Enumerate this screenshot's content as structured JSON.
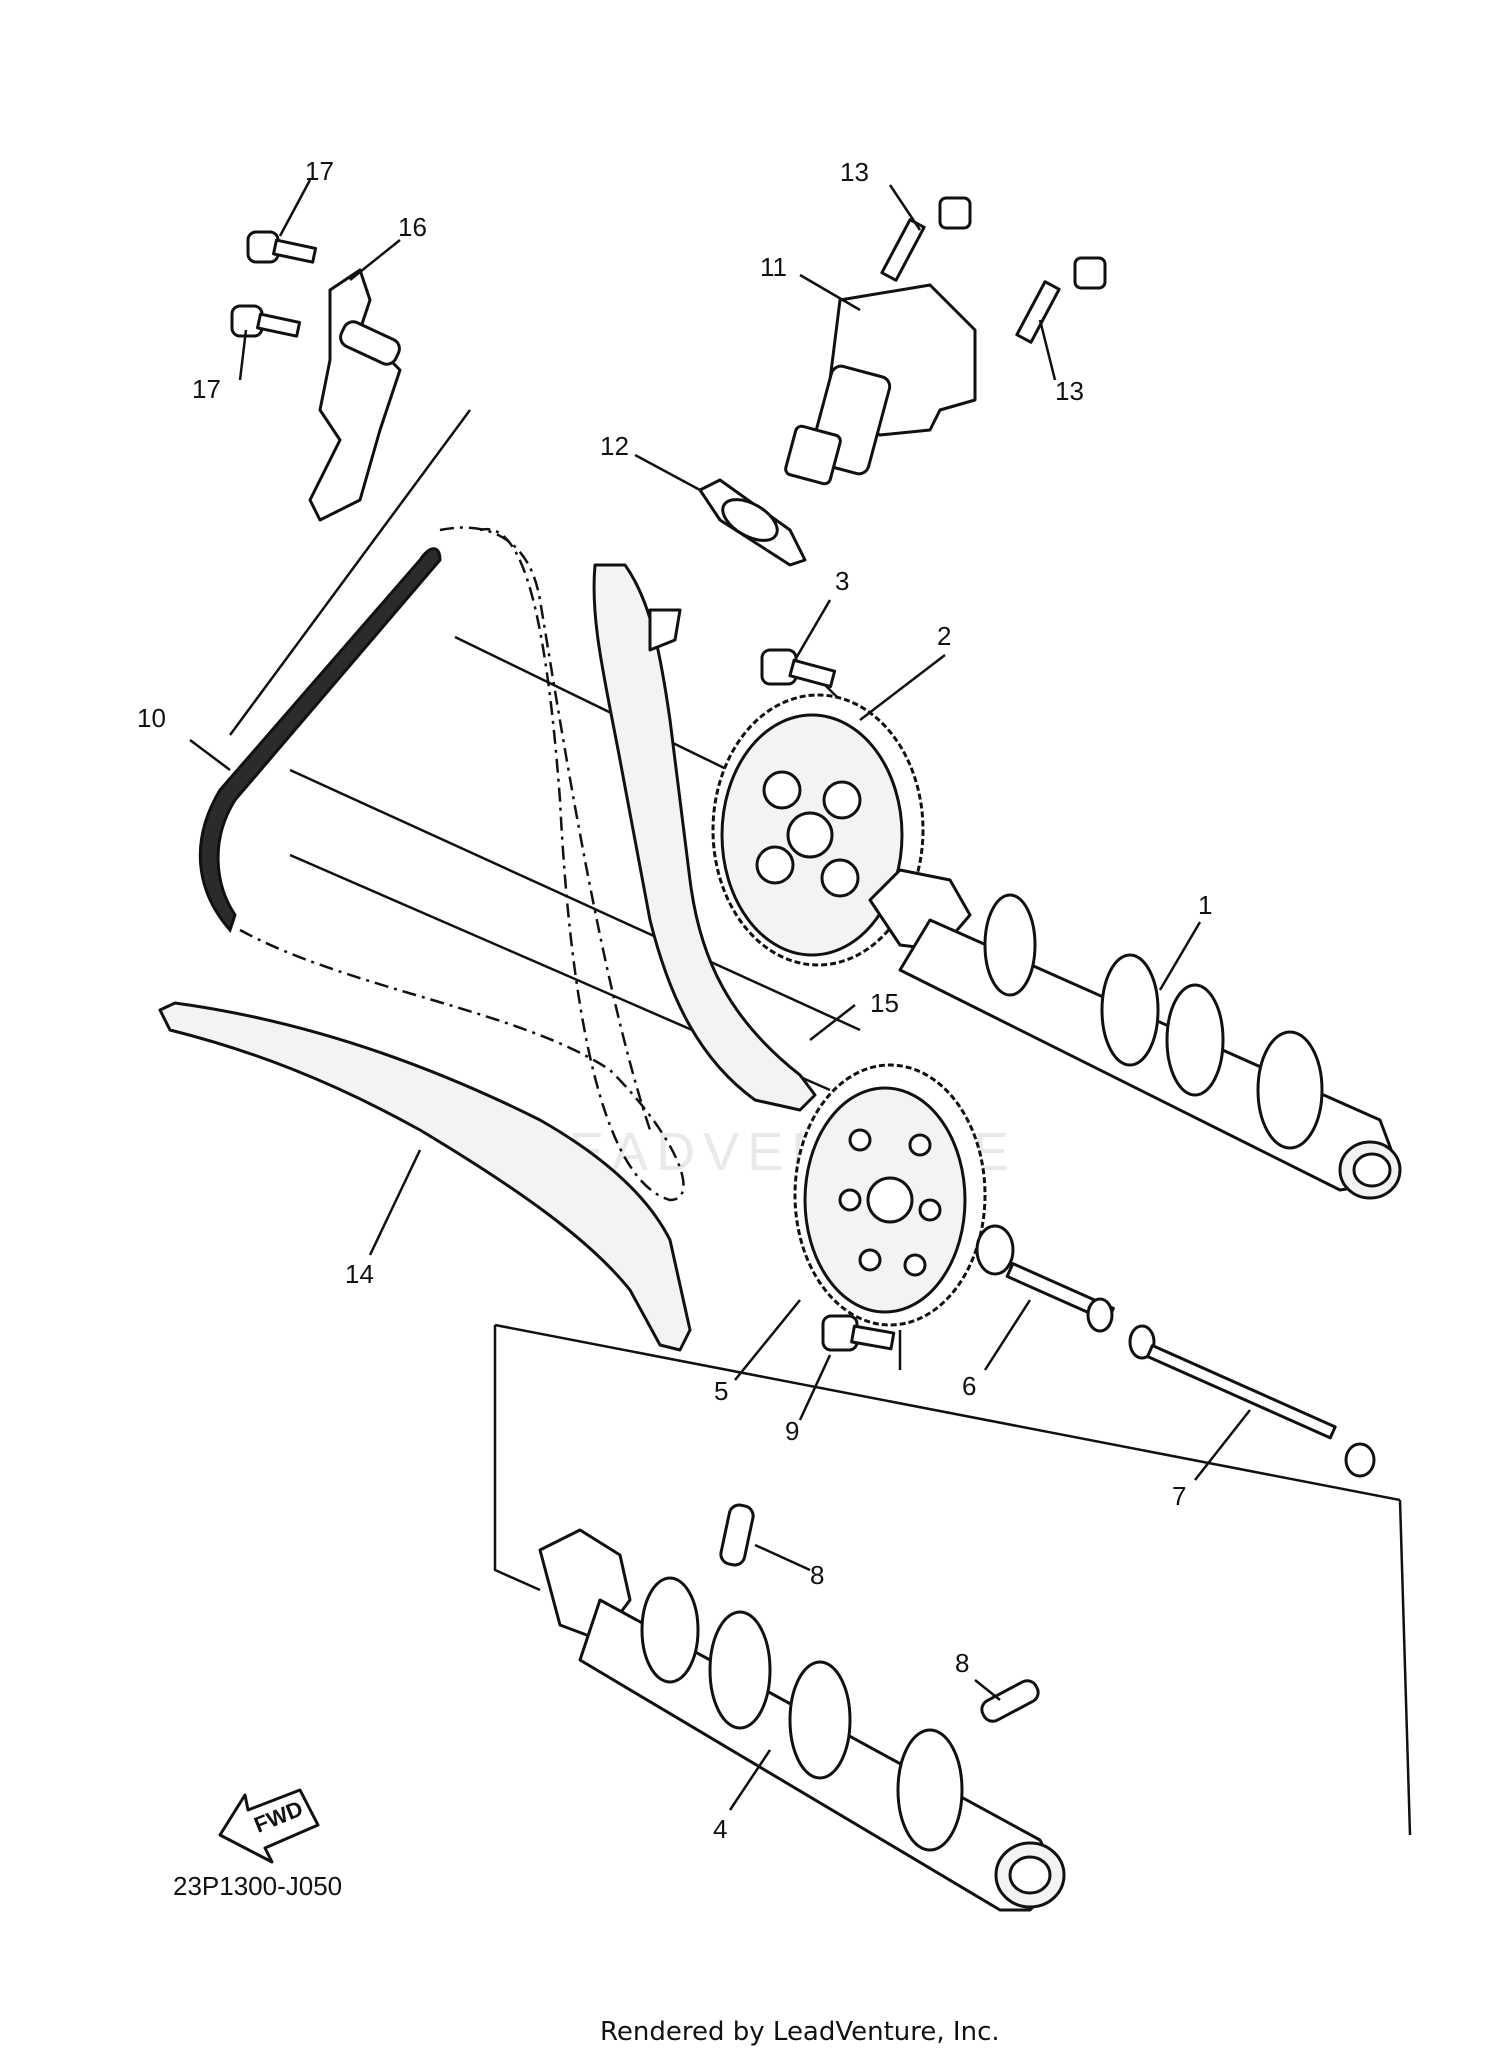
{
  "diagram": {
    "watermark": "LEADVENTURE",
    "diagram_code": "23P1300-J050",
    "rendered_by": "Rendered by LeadVenture, Inc.",
    "fwd_label": "FWD",
    "callouts": {
      "c1": "1",
      "c2": "2",
      "c3": "3",
      "c4": "4",
      "c5": "5",
      "c6": "6",
      "c7": "7",
      "c8a": "8",
      "c8b": "8",
      "c9": "9",
      "c10": "10",
      "c11": "11",
      "c12": "12",
      "c13a": "13",
      "c13b": "13",
      "c14": "14",
      "c15": "15",
      "c16": "16",
      "c17a": "17",
      "c17b": "17"
    }
  }
}
